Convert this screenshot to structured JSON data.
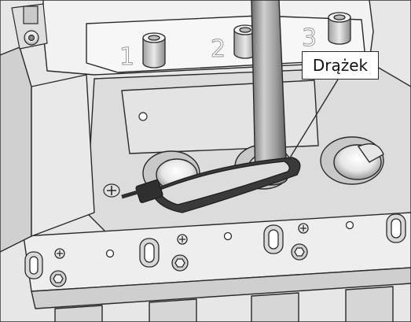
{
  "figure": {
    "callout_label": "Drążek",
    "slot_numbers": [
      "1",
      "2",
      "3"
    ]
  },
  "colors": {
    "background": "#ffffff",
    "housing_light": "#ededed",
    "housing_mid": "#d2d2d2",
    "housing_dark": "#a9a9a9",
    "outline": "#2a2a2a",
    "rod": "#9c9c9c",
    "cable_tie": "#3a3a3a"
  }
}
